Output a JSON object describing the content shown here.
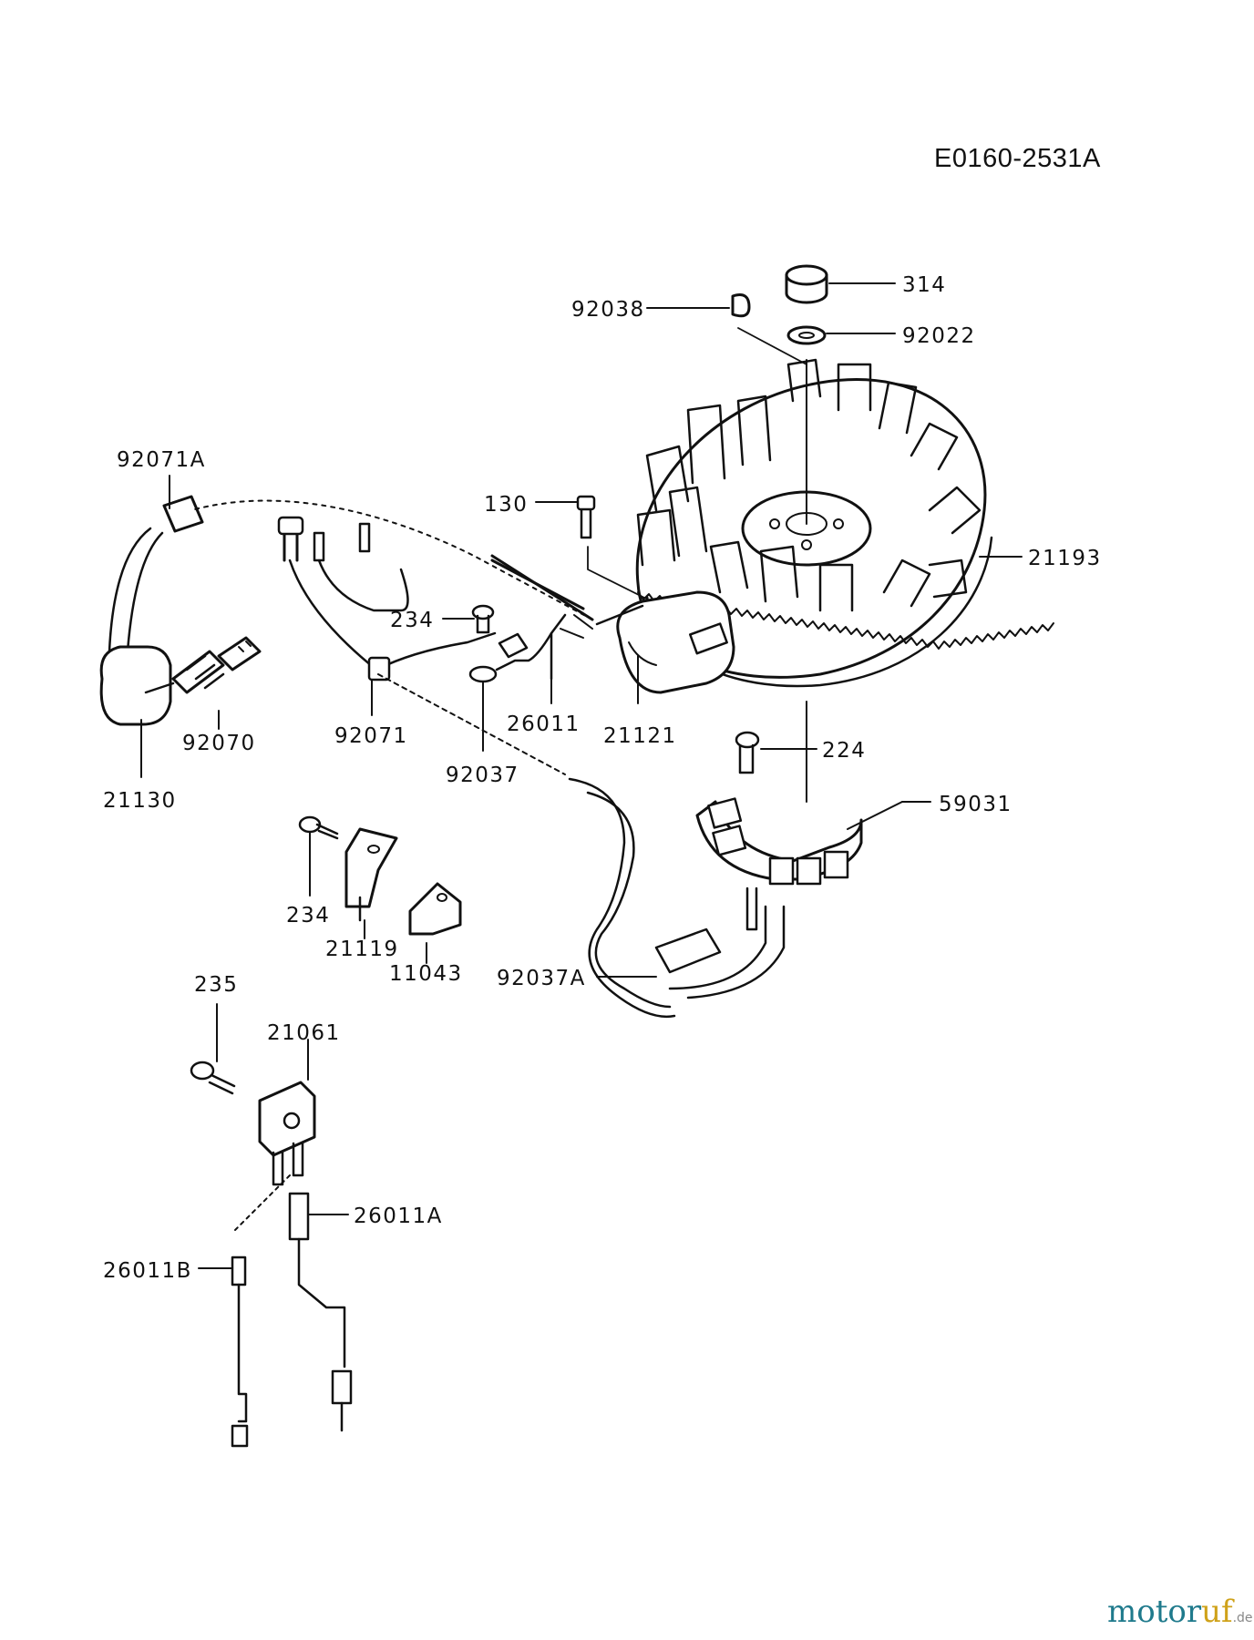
{
  "diagram": {
    "code": "E0160-2531A",
    "watermark": {
      "part1": "motor",
      "part2": "uf",
      "suffix": ".de"
    },
    "parts": [
      {
        "id": "314",
        "label": "314"
      },
      {
        "id": "92038",
        "label": "92038"
      },
      {
        "id": "92022",
        "label": "92022"
      },
      {
        "id": "92071A",
        "label": "92071A"
      },
      {
        "id": "130",
        "label": "130"
      },
      {
        "id": "21193",
        "label": "21193"
      },
      {
        "id": "234a",
        "label": "234"
      },
      {
        "id": "26011",
        "label": "26011"
      },
      {
        "id": "21121",
        "label": "21121"
      },
      {
        "id": "92071",
        "label": "92071"
      },
      {
        "id": "92070",
        "label": "92070"
      },
      {
        "id": "21130",
        "label": "21130"
      },
      {
        "id": "92037",
        "label": "92037"
      },
      {
        "id": "224",
        "label": "224"
      },
      {
        "id": "59031",
        "label": "59031"
      },
      {
        "id": "234b",
        "label": "234"
      },
      {
        "id": "21119",
        "label": "21119"
      },
      {
        "id": "11043",
        "label": "11043"
      },
      {
        "id": "92037A",
        "label": "92037A"
      },
      {
        "id": "235",
        "label": "235"
      },
      {
        "id": "21061",
        "label": "21061"
      },
      {
        "id": "26011A",
        "label": "26011A"
      },
      {
        "id": "26011B",
        "label": "26011B"
      }
    ]
  }
}
